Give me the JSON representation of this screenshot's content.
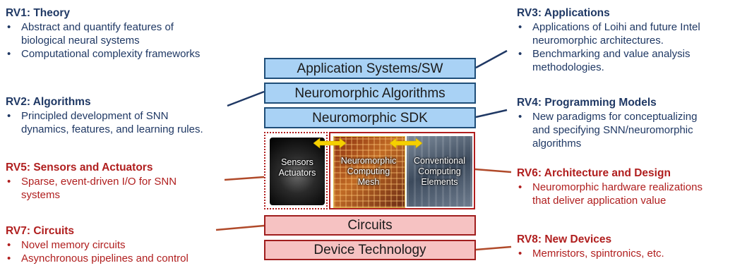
{
  "rv1": {
    "title": "RV1: Theory",
    "bullets": [
      "Abstract and quantify features of",
      "biological neural systems",
      "Computational complexity frameworks"
    ]
  },
  "rv2": {
    "title": "RV2: Algorithms",
    "bullets": [
      "Principled development of SNN",
      "dynamics, features, and learning rules."
    ]
  },
  "rv5": {
    "title": "RV5: Sensors and Actuators",
    "bullets": [
      "Sparse, event-driven I/O for SNN",
      "systems"
    ]
  },
  "rv7": {
    "title": "RV7: Circuits",
    "bullets": [
      "Novel memory circuits",
      "Asynchronous pipelines and control"
    ]
  },
  "rv3": {
    "title": "RV3: Applications",
    "bullets": [
      "Applications of Loihi and future Intel",
      "neuromorphic architectures.",
      "Benchmarking and value analysis",
      "methodologies."
    ]
  },
  "rv4": {
    "title": "RV4: Programming Models",
    "bullets": [
      "New paradigms for conceptualizing",
      "and specifying SNN/neuromorphic",
      "algorithms"
    ]
  },
  "rv6": {
    "title": "RV6: Architecture and Design",
    "bullets": [
      "Neuromorphic hardware realizations",
      "that deliver application value"
    ]
  },
  "rv8": {
    "title": "RV8: New Devices",
    "bullets": [
      "Memristors, spintronics, etc."
    ]
  },
  "stack": {
    "app": "Application Systems/SW",
    "algorithms": "Neuromorphic Algorithms",
    "sdk": "Neuromorphic SDK",
    "circuits": "Circuits",
    "device": "Device Technology"
  },
  "hardware": {
    "sensors_line1": "Sensors",
    "sensors_line2": "Actuators",
    "mesh_line1": "Neuromorphic",
    "mesh_line2": "Computing",
    "mesh_line3": "Mesh",
    "conv_line1": "Conventional",
    "conv_line2": "Computing",
    "conv_line3": "Elements"
  },
  "colors": {
    "blue_text": "#1f3864",
    "red_text": "#b01e1e",
    "blue_box": "#a9d2f5",
    "red_box": "#f6c2c2",
    "arrow": "#f5d000"
  }
}
